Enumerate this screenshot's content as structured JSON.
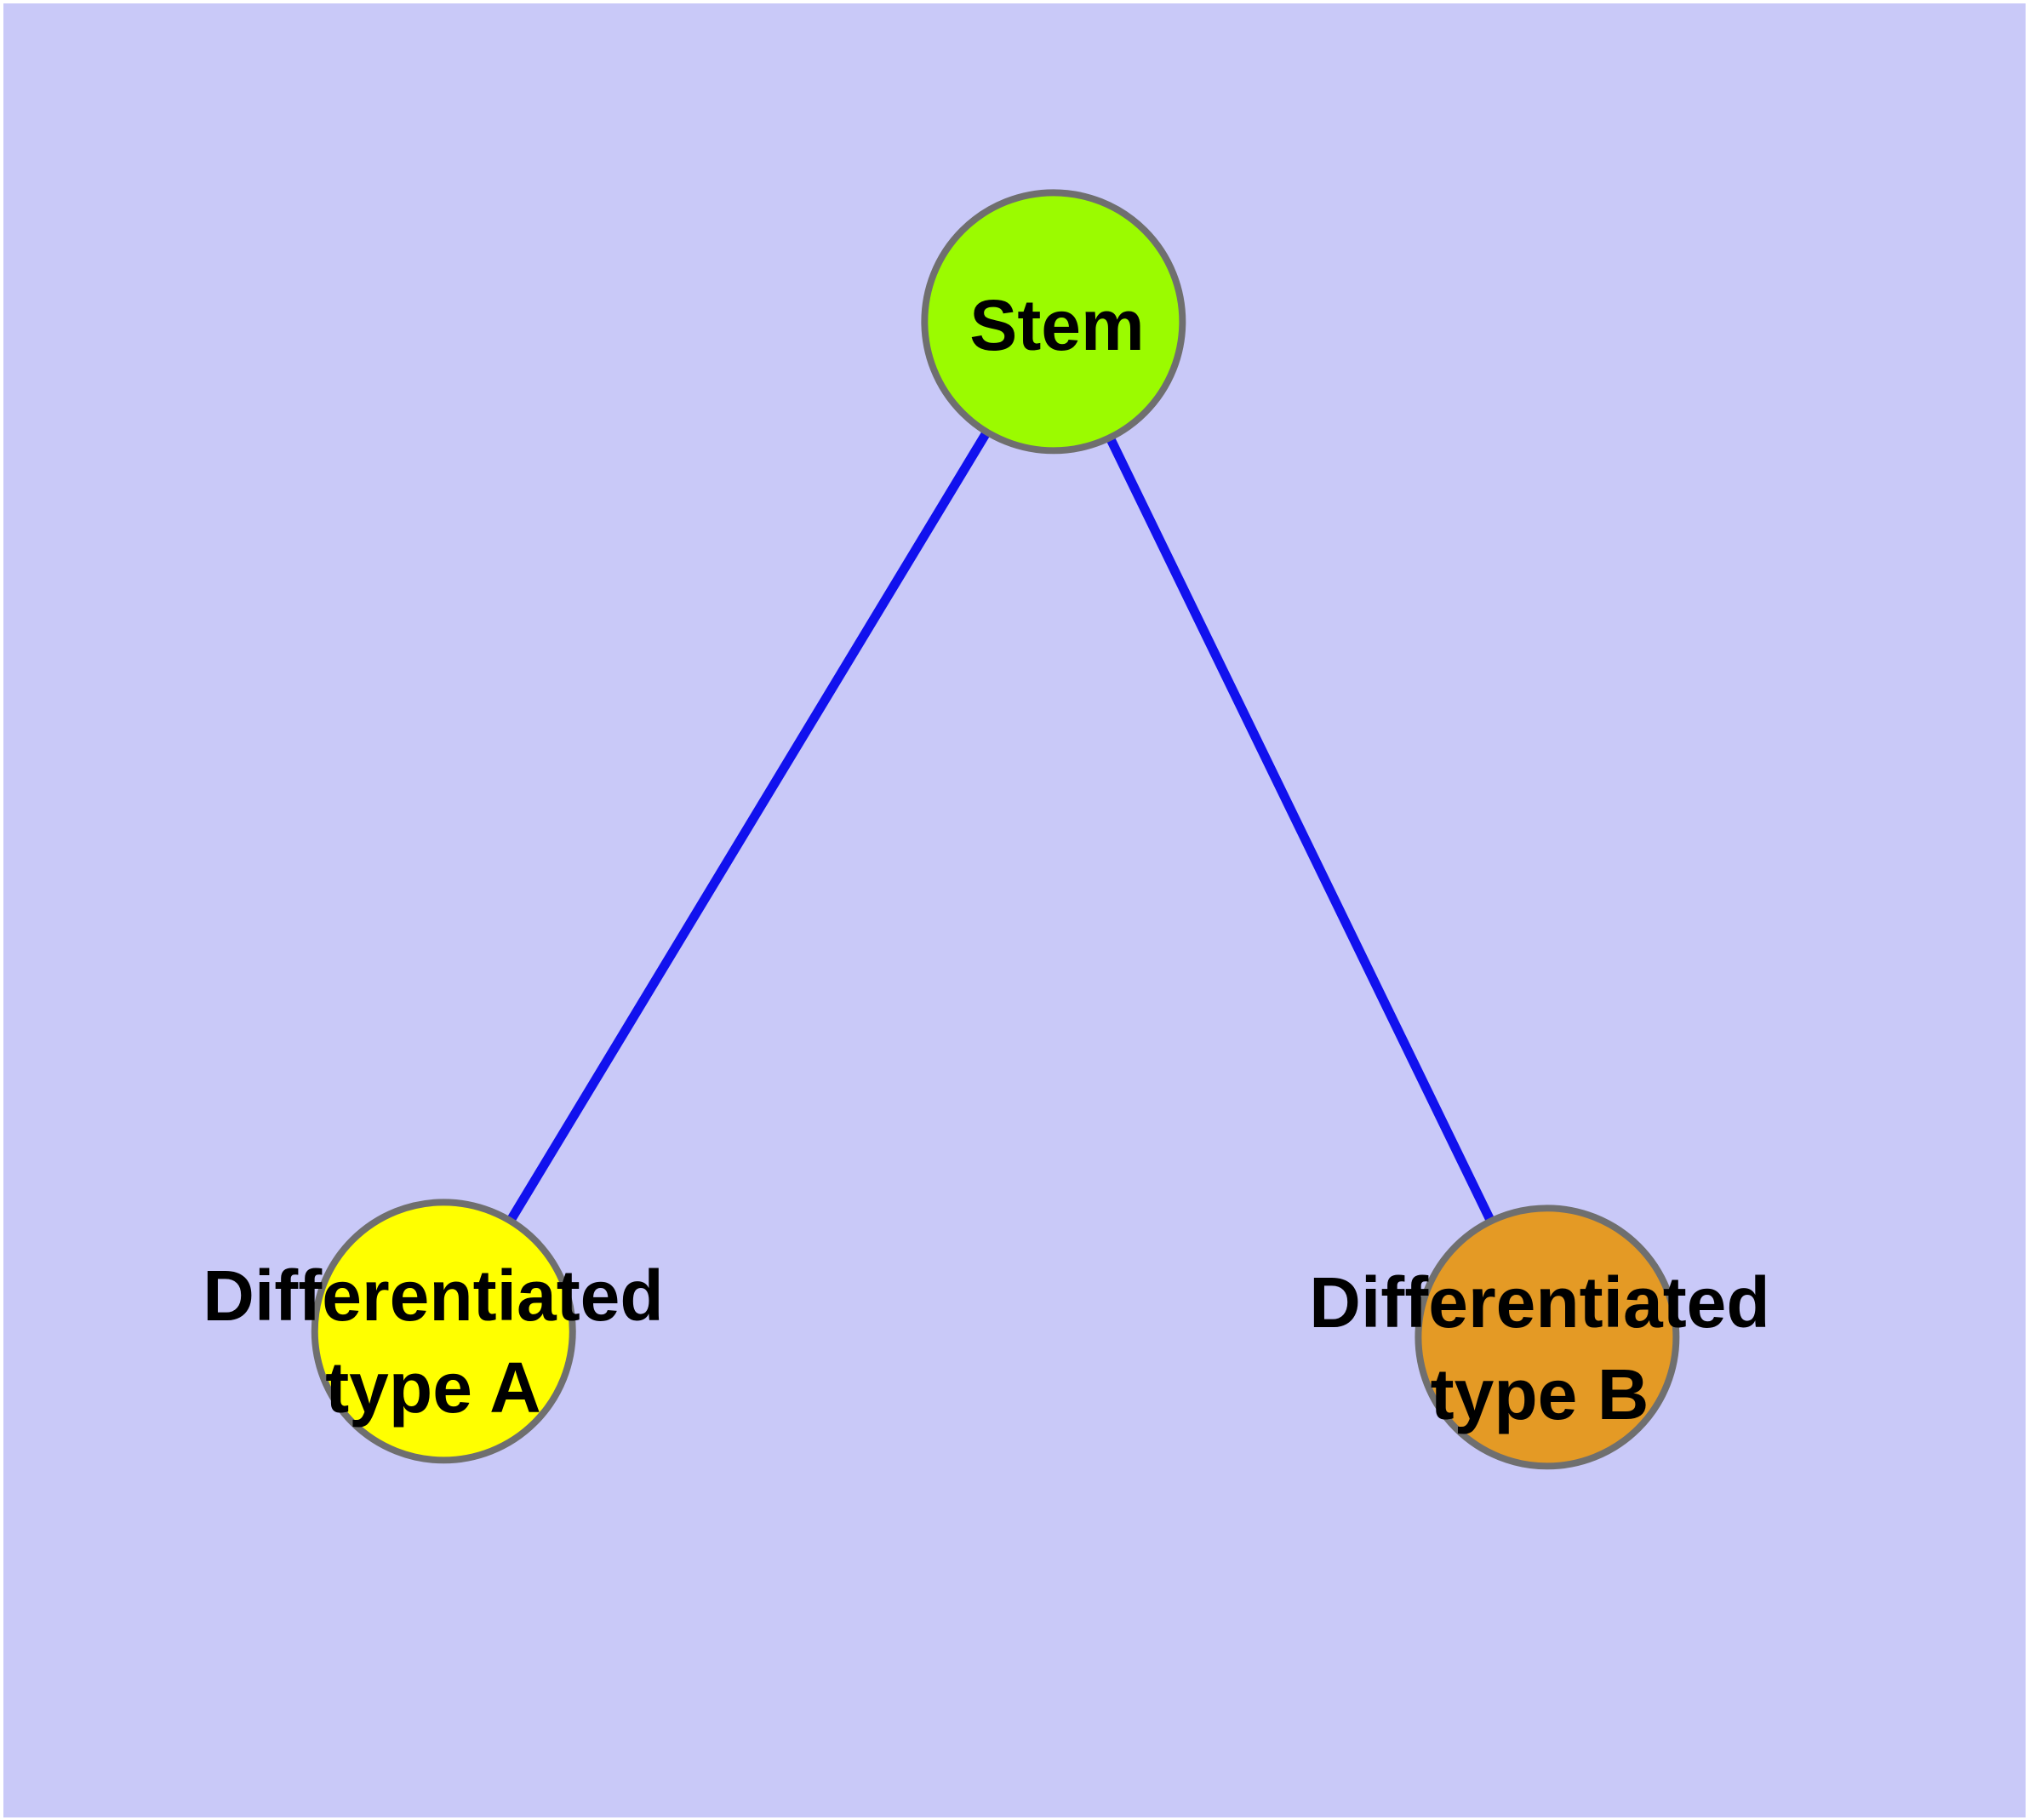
{
  "diagram": {
    "nodes": [
      {
        "id": "stem",
        "label": "Stem",
        "fill": "#9BFB00"
      },
      {
        "id": "typeA",
        "label_line1": "Differentiated",
        "label_line2": "type A",
        "fill": "#FFFF00"
      },
      {
        "id": "typeB",
        "label_line1": "Differentiated",
        "label_line2": "type B",
        "fill": "#E49A25"
      }
    ],
    "edges": [
      {
        "from": "stem",
        "to": "typeA"
      },
      {
        "from": "stem",
        "to": "typeB"
      }
    ]
  },
  "colors": {
    "background": "#C9C9F8",
    "page_margin": "#FFFFFF",
    "edge": "#1111EE",
    "node_border": "#6F6F6F",
    "label_text": "#000000"
  }
}
